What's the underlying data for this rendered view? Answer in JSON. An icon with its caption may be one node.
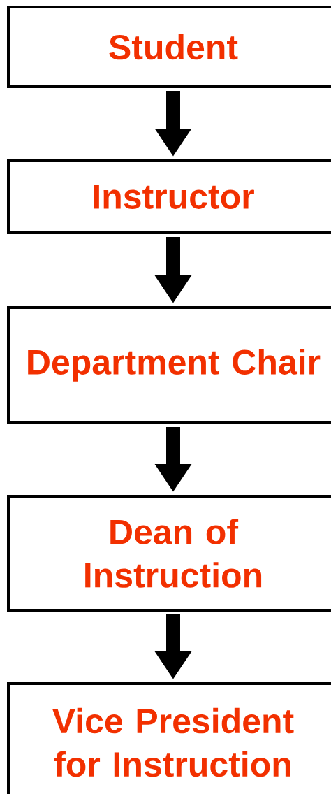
{
  "diagram": {
    "nodes": [
      {
        "text": [
          "Student"
        ]
      },
      {
        "text": [
          "Instructor"
        ]
      },
      {
        "text": [
          "Department Chair"
        ]
      },
      {
        "text": [
          "Dean of Instruction"
        ]
      },
      {
        "text": [
          "Vice President for Instruction"
        ]
      }
    ],
    "edges": [
      {
        "from": 0,
        "to": 1,
        "arrow": "to"
      },
      {
        "from": 1,
        "to": 2,
        "arrow": "to"
      },
      {
        "from": 2,
        "to": 3,
        "arrow": "to"
      },
      {
        "from": 3,
        "to": 4,
        "arrow": "to"
      }
    ]
  }
}
